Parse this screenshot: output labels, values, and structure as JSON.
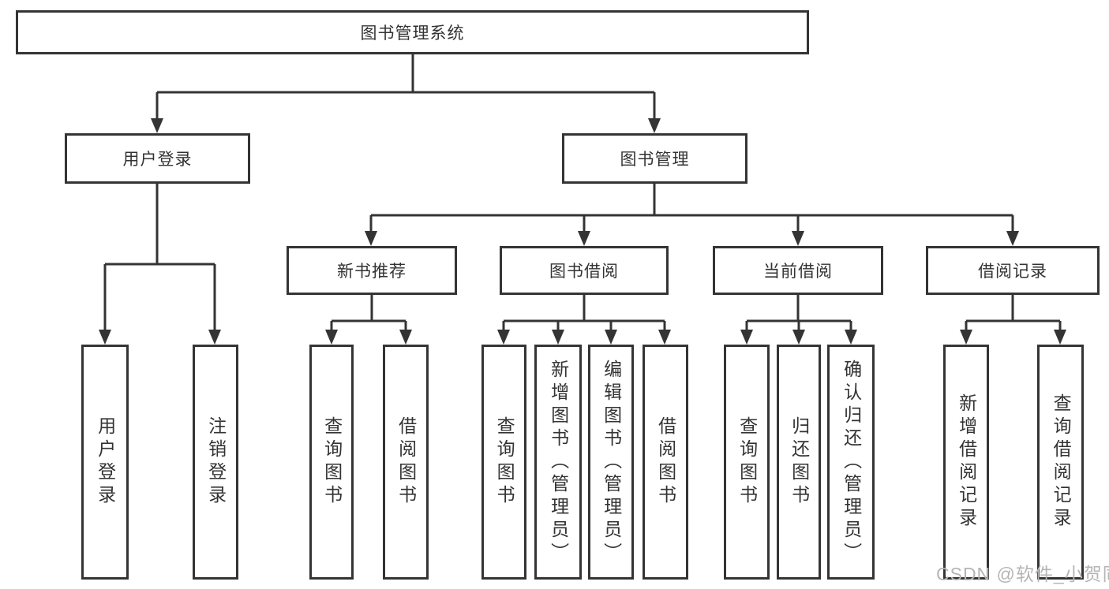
{
  "diagram": {
    "type": "hierarchy-tree",
    "root": {
      "label": "图书管理系统"
    },
    "level2": [
      {
        "id": "user-login",
        "label": "用户登录"
      },
      {
        "id": "book-management",
        "label": "图书管理"
      }
    ],
    "level3": [
      {
        "id": "new-book-recommend",
        "parent": "图书管理",
        "label": "新书推荐"
      },
      {
        "id": "book-borrow",
        "parent": "图书管理",
        "label": "图书借阅"
      },
      {
        "id": "current-borrow",
        "parent": "图书管理",
        "label": "当前借阅"
      },
      {
        "id": "borrow-records",
        "parent": "图书管理",
        "label": "借阅记录"
      }
    ],
    "level4": [
      {
        "parent": "用户登录",
        "label": "用户登录"
      },
      {
        "parent": "用户登录",
        "label": "注销登录"
      },
      {
        "parent": "新书推荐",
        "label": "查询图书"
      },
      {
        "parent": "新书推荐",
        "label": "借阅图书"
      },
      {
        "parent": "图书借阅",
        "label": "查询图书"
      },
      {
        "parent": "图书借阅",
        "label": "新增图书（管理员）"
      },
      {
        "parent": "图书借阅",
        "label": "编辑图书（管理员）"
      },
      {
        "parent": "图书借阅",
        "label": "借阅图书"
      },
      {
        "parent": "当前借阅",
        "label": "查询图书"
      },
      {
        "parent": "当前借阅",
        "label": "归还图书"
      },
      {
        "parent": "当前借阅",
        "label": "确认归还（管理员）"
      },
      {
        "parent": "借阅记录",
        "label": "新增借阅记录"
      },
      {
        "parent": "借阅记录",
        "label": "查询借阅记录"
      }
    ]
  },
  "watermark": {
    "text": "CSDN @软件_小贺同学"
  },
  "colors": {
    "line": "#343434",
    "text": "#333333",
    "background": "#ffffff",
    "watermark": "#b5b5b5"
  }
}
